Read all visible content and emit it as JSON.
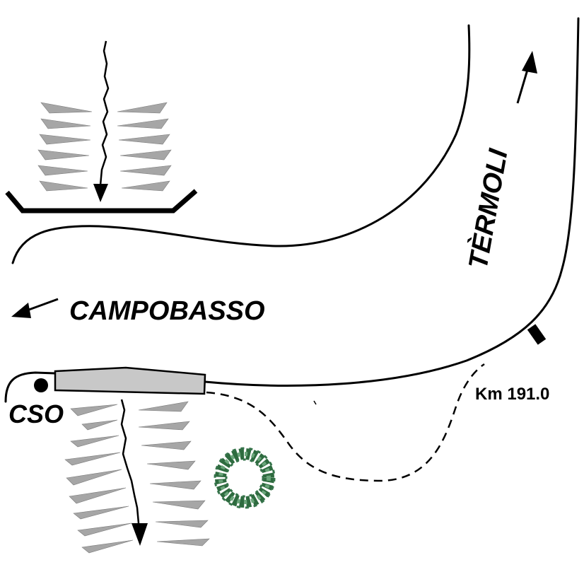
{
  "labels": {
    "west_destination": "CAMPOBASSO",
    "north_destination": "TÈRMOLI",
    "station_code": "CSO",
    "kilometre_marker": "Km 191.0"
  },
  "colors": {
    "road": "#000000",
    "hachure": "#a6a6a6",
    "building": "#c8c8c8",
    "vegetation_dark": "#2e6b3f",
    "vegetation_light": "#6aa57a"
  },
  "icons": {
    "west_arrow": "arrow-left-icon",
    "north_arrow": "arrow-up-icon",
    "station": "filled-circle-icon",
    "vegetation": "tree-cluster-icon"
  }
}
